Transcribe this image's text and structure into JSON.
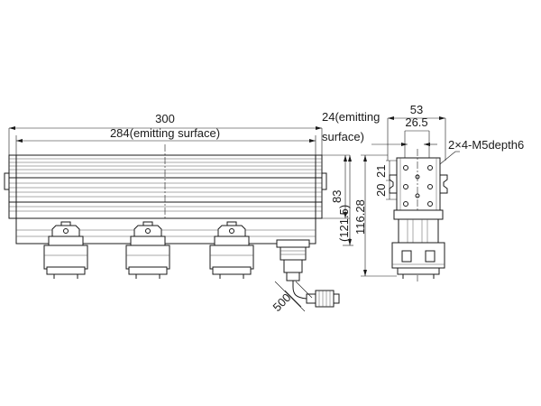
{
  "dimensions": {
    "total_length": "300",
    "emitting_length": "284(emitting surface)",
    "emitting_width_line1": "24(emitting",
    "emitting_width_line2": "surface)",
    "overall_width": "53",
    "hole_spacing_x": "26.5",
    "hole_spec": "2×4-M5depth6",
    "hole_spacing_y1": "21",
    "hole_spacing_y2": "20",
    "body_height": "83",
    "ref_height": "(121.5)",
    "total_height": "116.28",
    "cable_length": "500"
  }
}
